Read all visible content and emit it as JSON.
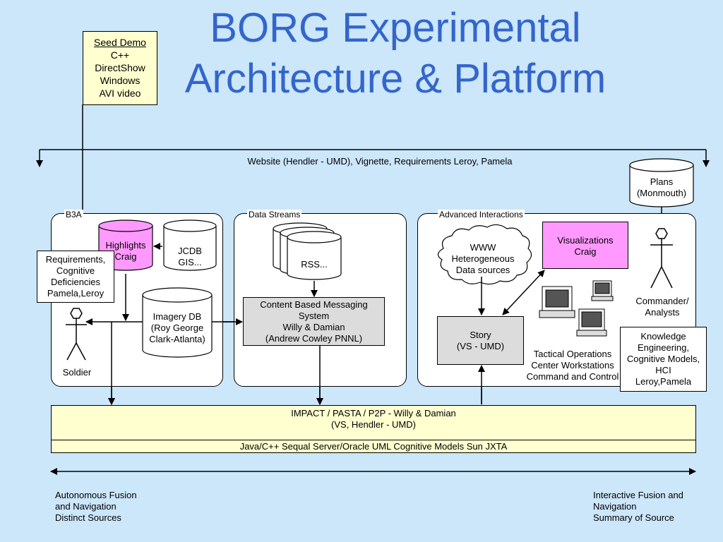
{
  "title": {
    "line1": "BORG Experimental",
    "line2": "Architecture & Platform"
  },
  "seed_demo": {
    "heading": "Seed Demo",
    "lines": [
      "C++",
      "DirectShow",
      "Windows",
      "AVI video"
    ]
  },
  "website_label": "Website (Hendler - UMD), Vignette, Requirements Leroy, Pamela",
  "sections": {
    "b3a": "B3A",
    "data_streams": "Data Streams",
    "advanced": "Advanced Interactions"
  },
  "b3a": {
    "highlights": [
      "Highlights",
      "Craig"
    ],
    "jcdb": [
      "JCDB",
      "GIS..."
    ],
    "requirements": [
      "Requirements,",
      "Cognitive",
      "Deficiencies",
      "Pamela,Leroy"
    ],
    "imagery": [
      "Imagery DB",
      "(Roy George",
      "Clark-Atlanta)"
    ],
    "soldier": "Soldier"
  },
  "streams": {
    "rss": "RSS...",
    "cbms": [
      "Content Based Messaging",
      "System",
      "Willy & Damian",
      "(Andrew Cowley PNNL)"
    ]
  },
  "advanced": {
    "www": [
      "WWW",
      "Heterogeneous",
      "Data sources"
    ],
    "visualizations": [
      "Visualizations",
      "Craig"
    ],
    "story": [
      "Story",
      "(VS - UMD)"
    ],
    "tactical": [
      "Tactical Operations",
      "Center Workstations",
      "Command and Control"
    ],
    "plans": [
      "Plans",
      "(Monmouth)"
    ],
    "commander": [
      "Commander/",
      "Analysts"
    ],
    "knowledge": [
      "Knowledge",
      "Engineering,",
      "Cognitive Models,",
      "HCI",
      "Leroy,Pamela"
    ]
  },
  "impact": [
    "IMPACT / PASTA / P2P - Willy & Damian",
    "(VS, Hendler - UMD)"
  ],
  "platform": "Java/C++   Sequal Server/Oracle   UML  Cognitive Models    Sun JXTA",
  "bottom_left": [
    "Autonomous Fusion",
    "and Navigation",
    "Distinct Sources"
  ],
  "bottom_right": [
    "Interactive Fusion and",
    "Navigation",
    "Summary of Source"
  ],
  "colors": {
    "background": "#cce6fa",
    "title": "#3366cc",
    "highlight": "#ff99ff",
    "bar": "#ffffd0"
  }
}
